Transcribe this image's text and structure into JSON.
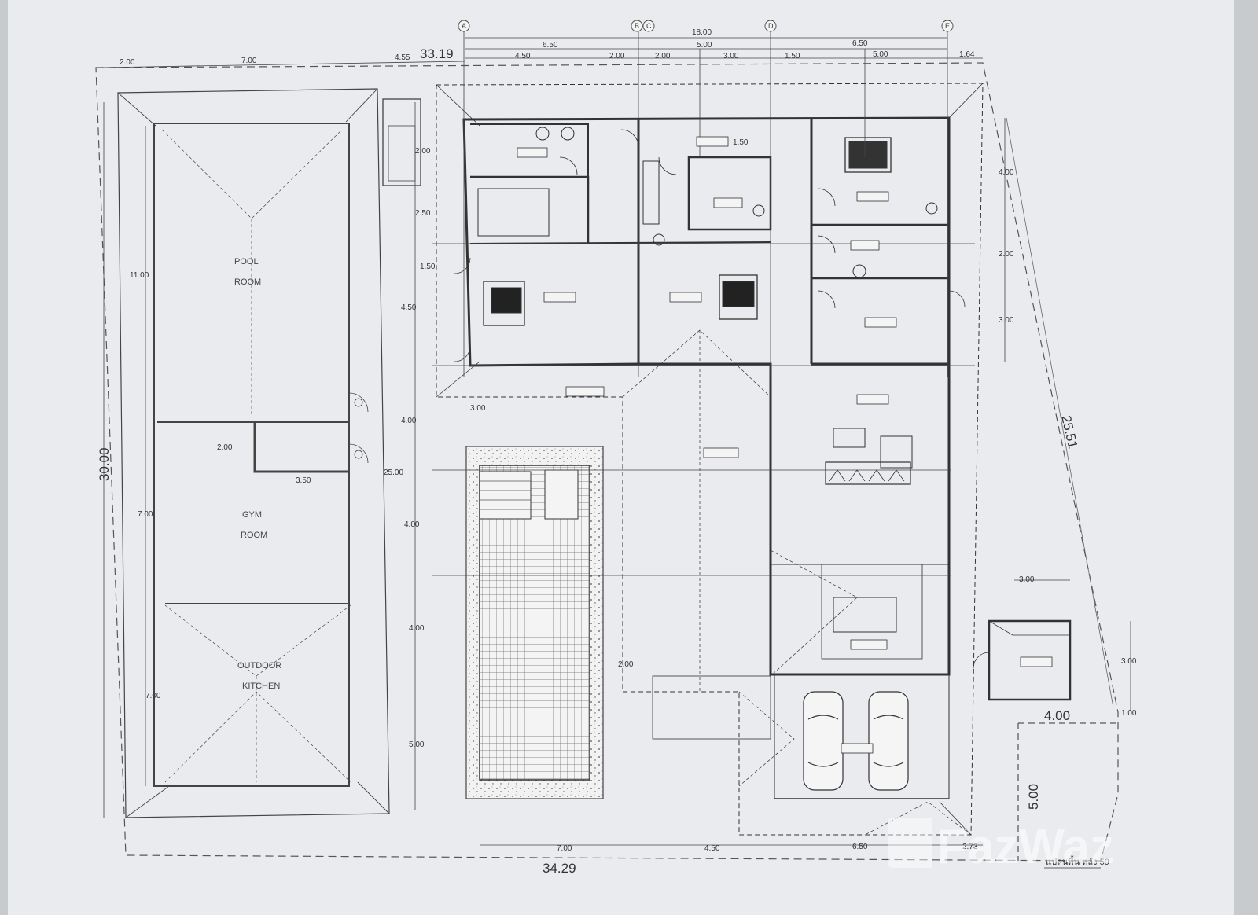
{
  "rooms": {
    "pool_room": [
      "POOL",
      "ROOM"
    ],
    "gym_room": [
      "GYM",
      "ROOM"
    ],
    "outdoor_kitchen": [
      "OUTDOOR",
      "KITCHEN"
    ]
  },
  "overall_dims": {
    "top": "33.19",
    "bottom": "34.29",
    "left": "30.00",
    "right_slant": "25.51",
    "annex_width": "4.00",
    "annex_depth": "5.00"
  },
  "top_dims": {
    "grid_total": "18.00",
    "row1": [
      "6.50",
      "5.00",
      "6.50"
    ],
    "row2": [
      "4.50",
      "2.00",
      "2.00",
      "3.00",
      "1.50",
      "5.00",
      "1.64"
    ],
    "row3": [
      "2.00",
      "7.00",
      "4.55"
    ]
  },
  "grid_markers": [
    "A",
    "B",
    "C",
    "D",
    "E"
  ],
  "left_dims": [
    "11.00",
    "7.00",
    "7.00"
  ],
  "inner_left_dims": [
    "2.00",
    "2.50",
    "1.50",
    "4.50",
    "4.00",
    "4.00",
    "4.00",
    "5.00"
  ],
  "right_dims": [
    "4.00",
    "2.00",
    "3.00"
  ],
  "annex_dims": [
    "3.00",
    "3.00",
    "1.00"
  ],
  "bottom_dims": [
    "7.00",
    "4.50",
    "6.50",
    "2.73"
  ],
  "misc_dims": [
    "2.00",
    "3.50",
    "3.00",
    "1.50",
    "25.00",
    "2.00"
  ],
  "sheet_title": "แปลนพื้น  หลัง 59",
  "watermark": "FazWaz"
}
